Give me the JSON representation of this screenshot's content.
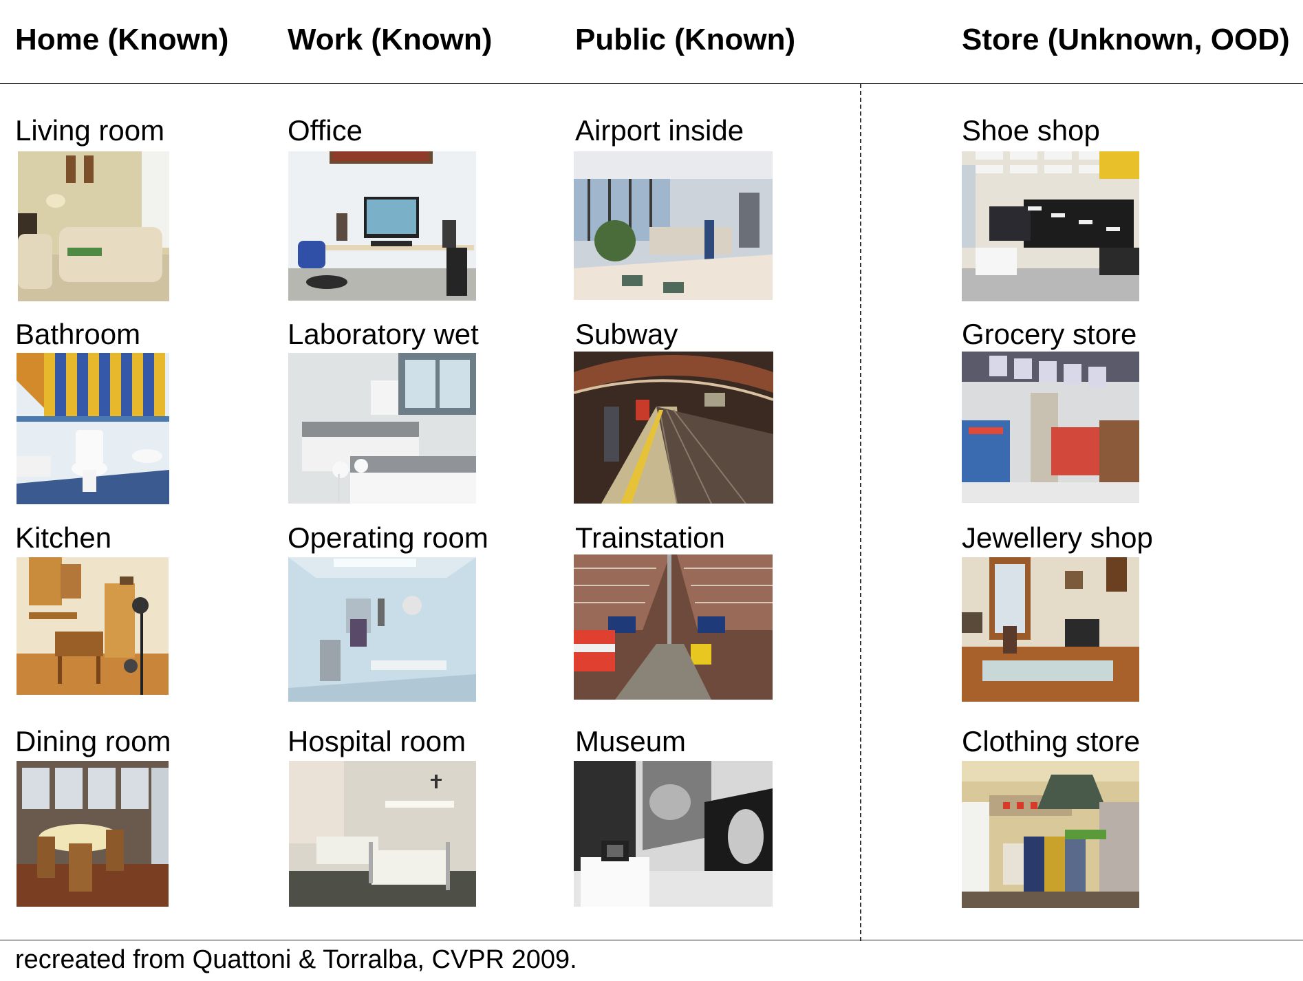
{
  "headers": {
    "home": "Home (Known)",
    "work": "Work (Known)",
    "public": "Public (Known)",
    "store": "Store (Unknown, OOD)"
  },
  "home": {
    "row1": "Living room",
    "row2": "Bathroom",
    "row3": "Kitchen",
    "row4": "Dining room"
  },
  "work": {
    "row1": "Office",
    "row2": "Laboratory wet",
    "row3": "Operating room",
    "row4": "Hospital room"
  },
  "public": {
    "row1": "Airport inside",
    "row2": "Subway",
    "row3": "Trainstation",
    "row4": "Museum"
  },
  "store": {
    "row1": "Shoe shop",
    "row2": "Grocery store",
    "row3": "Jewellery shop",
    "row4": "Clothing store"
  },
  "footer": "recreated from Quattoni & Torralba, CVPR 2009."
}
